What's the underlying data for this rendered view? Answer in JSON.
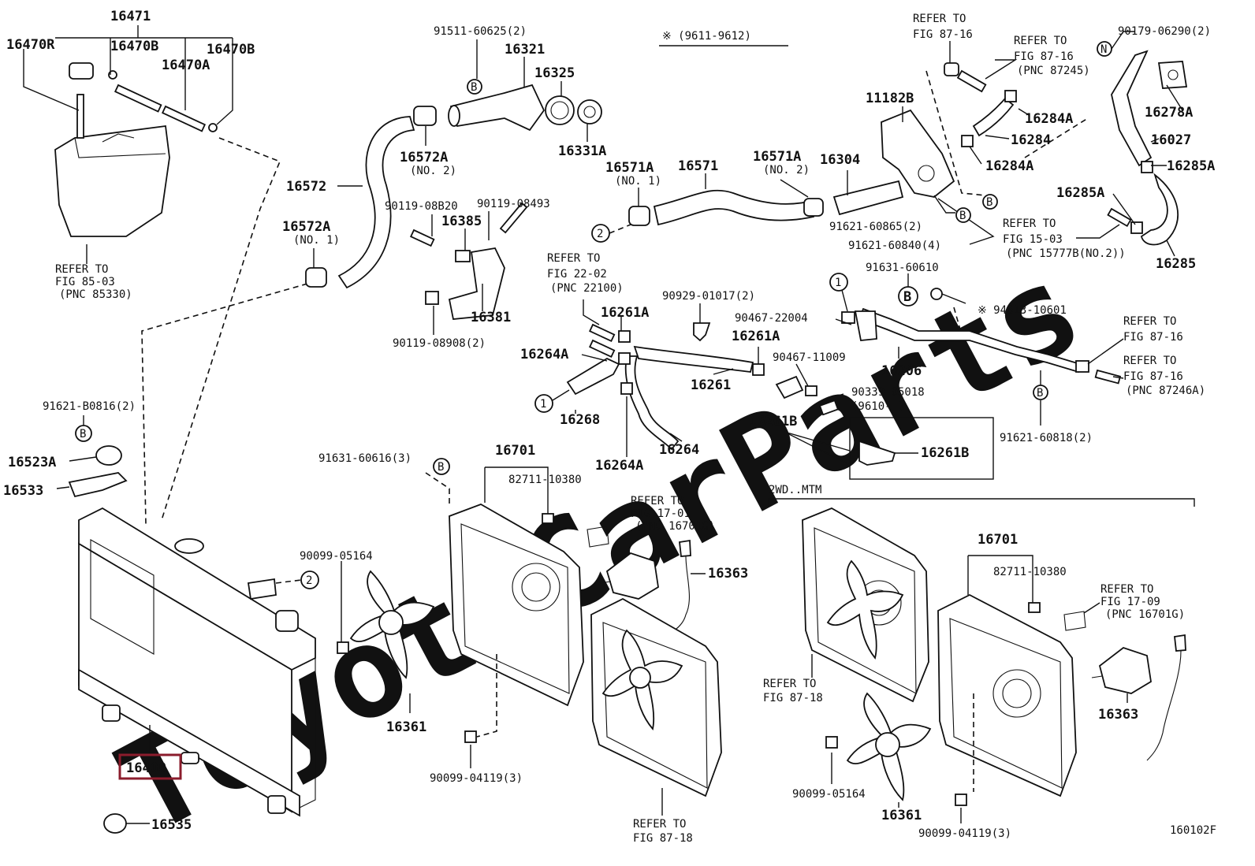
{
  "header": {
    "range_note": "※ (9611-9612)",
    "fig_code": "160102F"
  },
  "watermark": "ToyotaCarParts",
  "callout_b": "B",
  "callout_n": "N",
  "callouts": {
    "c1": "1",
    "c2": "2"
  },
  "groups": {
    "wd_mtm": "2WD..MTM"
  },
  "labels": {
    "p16471": "16471",
    "p16470R": "16470R",
    "p16470B_1": "16470B",
    "p16470B_2": "16470B",
    "p16470A": "16470A",
    "ref_85_03_a": "REFER TO",
    "ref_85_03_b": "FIG 85-03",
    "ref_85_03_c": "(PNC 85330)",
    "p91511": "91511-60625(2)",
    "p16321": "16321",
    "p16325": "16325",
    "p16331A": "16331A",
    "p16572A_top": "16572A",
    "p16572A_top_no": "(NO. 2)",
    "p16572": "16572",
    "p16572A_bot": "16572A",
    "p16572A_bot_no": "(NO. 1)",
    "p90119_08B20": "90119-08B20",
    "p90119_08493": "90119-08493",
    "p16385": "16385",
    "p16381": "16381",
    "p90119_08908": "90119-08908(2)",
    "p16571A_l": "16571A",
    "p16571A_l_no": "(NO. 1)",
    "p16571": "16571",
    "p16571A_r": "16571A",
    "p16571A_r_no": "(NO. 2)",
    "p16304": "16304",
    "p11182B": "11182B",
    "p91621_60865": "91621-60865(2)",
    "p91621_60840": "91621-60840(4)",
    "ref_87_16_a1": "REFER TO",
    "ref_87_16_a2": "FIG 87-16",
    "ref_87_16_b1": "REFER TO",
    "ref_87_16_b2": "FIG 87-16",
    "ref_87_16_b3": "(PNC 87245)",
    "p90179": "90179-06290(2)",
    "p16278A": "16278A",
    "p16284A_1": "16284A",
    "p16284": "16284",
    "p16284A_2": "16284A",
    "p16027": "16027",
    "p16285A_1": "16285A",
    "p16285A_2": "16285A",
    "ref_15_03_a": "REFER TO",
    "ref_15_03_b": "FIG 15-03",
    "ref_15_03_c": "(PNC 15777B(NO.2))",
    "p16285": "16285",
    "ref_22_02_a": "REFER TO",
    "ref_22_02_b": "FIG 22-02",
    "ref_22_02_c": "(PNC 22100)",
    "p16261A_1": "16261A",
    "p90929": "90929-01017(2)",
    "p91631_60610": "91631-60610",
    "p94613": "※ 94613-10601",
    "p90467_22004": "90467-22004",
    "p16261A_2": "16261A",
    "p16264A_1": "16264A",
    "p16261": "16261",
    "p90467_11009": "90467-11009",
    "p16206": "16206",
    "ref_87_16_c1": "REFER TO",
    "ref_87_16_c2": "FIG 87-16",
    "ref_87_16_d1": "REFER TO",
    "ref_87_16_d2": "FIG 87-16",
    "ref_87_16_d3": "(PNC 87246A)",
    "p90339": "90339-05018",
    "p9610": "(9610-      )",
    "p16268": "16268",
    "p16264": "16264",
    "p16261B_1": "16261B",
    "p16261B_2": "16261B",
    "p16264A_2": "16264A",
    "p91621_60818": "91621-60818(2)",
    "p91621_B0816": "91621-B0816(2)",
    "p16523A": "16523A",
    "p16533": "16533",
    "p91631_60616": "91631-60616(3)",
    "p16701_1": "16701",
    "p82711_1": "82711-10380",
    "ref_17_01_a": "REFER TO",
    "ref_17_01_b": "FIG 17-01",
    "ref_17_01_c": "(PNC 16701G)",
    "p16363_1": "16363",
    "p90099_05164_1": "90099-05164",
    "p16361_1": "16361",
    "p90099_04119_1": "90099-04119(3)",
    "ref_87_18_a1": "REFER TO",
    "ref_87_18_a2": "FIG 87-18",
    "p16400": "16400",
    "p16535": "16535",
    "p16701_2": "16701",
    "p82711_2": "82711-10380",
    "ref_17_09_a": "REFER TO",
    "ref_17_09_b": "FIG 17-09",
    "ref_17_09_c": "(PNC 16701G)",
    "ref_87_18_b1": "REFER TO",
    "ref_87_18_b2": "FIG 87-18",
    "p16363_2": "16363",
    "p90099_05164_2": "90099-05164",
    "p16361_2": "16361",
    "p90099_04119_2": "90099-04119(3)"
  }
}
